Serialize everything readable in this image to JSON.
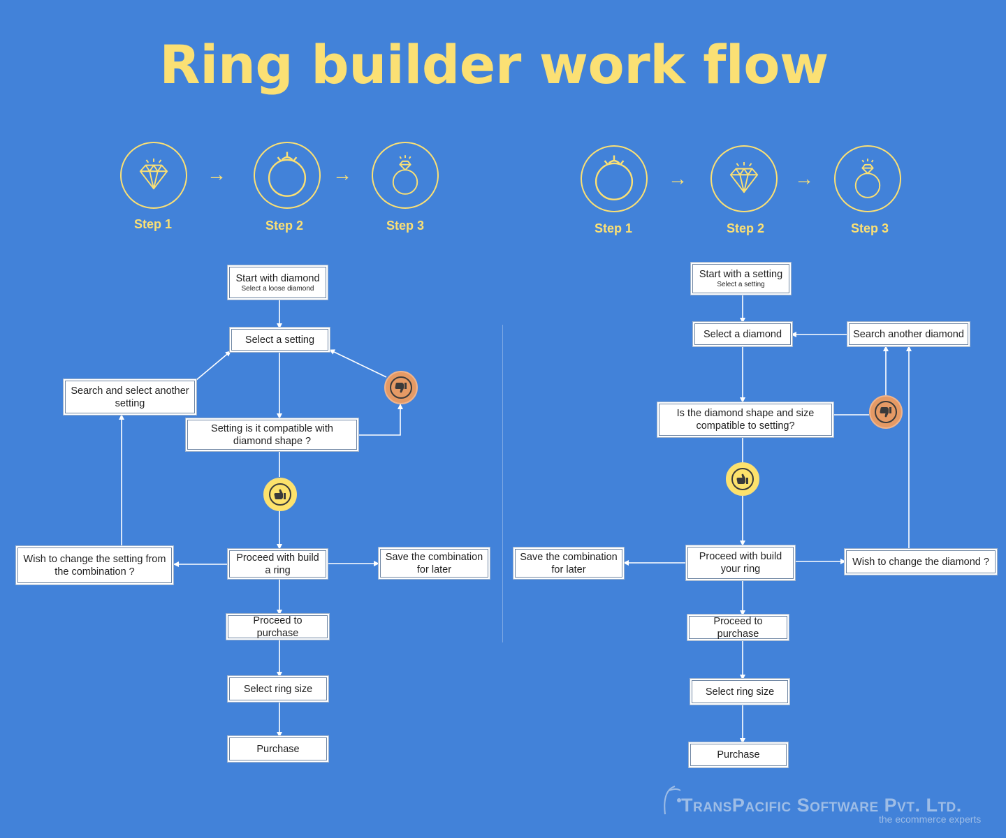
{
  "title": "Ring builder work flow",
  "left": {
    "steps": [
      "Step 1",
      "Step 2",
      "Step 3"
    ],
    "step_icons": [
      "diamond-icon",
      "ring-icon",
      "diamond-ring-icon"
    ],
    "start": {
      "label": "Start with diamond",
      "sub": "Select a loose diamond"
    },
    "select_setting": "Select a setting",
    "search_another": "Search and select another setting",
    "compatible": "Setting is it compatible with diamond shape ?",
    "proceed_build": "Proceed with build a ring",
    "wish_change": "Wish to change the setting from the combination ?",
    "save_later": "Save the combination for later",
    "proceed_purchase": "Proceed to purchase",
    "ring_size": "Select ring size",
    "purchase": "Purchase"
  },
  "right": {
    "steps": [
      "Step 1",
      "Step 2",
      "Step 3"
    ],
    "step_icons": [
      "ring-icon",
      "diamond-icon",
      "diamond-ring-icon"
    ],
    "start": {
      "label": "Start with a setting",
      "sub": "Select a setting"
    },
    "select_diamond": "Select a diamond",
    "search_another": "Search another diamond",
    "compatible": "Is the diamond shape and size compatible to setting?",
    "proceed_build": "Proceed with build your ring",
    "wish_change": "Wish to change the diamond ?",
    "save_later": "Save the combination for later",
    "proceed_purchase": "Proceed to purchase",
    "ring_size": "Select ring size",
    "purchase": "Purchase"
  },
  "brand": {
    "name": "TransPacific Software Pvt. Ltd.",
    "tagline": "the ecommerce experts"
  },
  "colors": {
    "background": "#4282d9",
    "accent": "#fbe074",
    "approve": "#fde26b",
    "reject": "#e59a65",
    "line": "#ffffff"
  }
}
